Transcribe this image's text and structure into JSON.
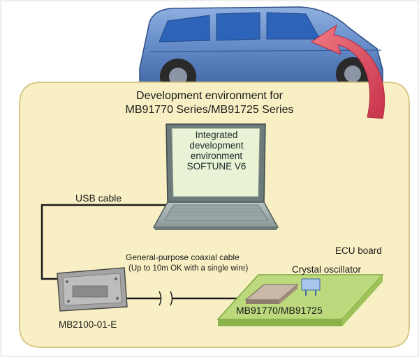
{
  "title_line1": "Development environment for",
  "title_line2": "MB91770 Series/MB91725 Series",
  "screen": {
    "line1": "Integrated",
    "line2": "development",
    "line3": "environment",
    "line4": "SOFTUNE V6"
  },
  "usb_cable": "USB cable",
  "coax_line1": "General-purpose coaxial cable",
  "coax_line2": "(Up to 10m OK with a single wire)",
  "ecu_board": "ECU board",
  "crystal_oscillator": "Crystal oscillator",
  "chip_label": "MB91770/MB91725",
  "adapter_label": "MB2100-01-E",
  "colors": {
    "panel": "#f8f0c4",
    "panel_border": "#d8c98a",
    "car_body": "#5f86c2",
    "board": "#b6d77a",
    "arrow": "#d9485c"
  }
}
